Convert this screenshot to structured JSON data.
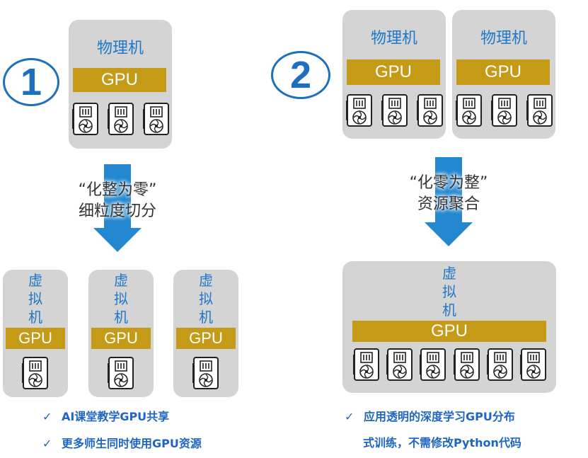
{
  "colors": {
    "box_bg": "#d4d4d4",
    "gpu_bar": "#c49a17",
    "accent_blue": "#1f78c8",
    "arrow_blue": "#2388d0"
  },
  "icons": [
    "gpu-card-icon",
    "fan-icon",
    "check-icon"
  ],
  "scenario1": {
    "number": "1",
    "physical_label": "物理机",
    "gpu_label": "GPU",
    "arrow_line1": "“化整为零”",
    "arrow_line2": "细粒度切分",
    "vm_label_chars": [
      "虚",
      "拟",
      "机"
    ],
    "vm_gpu_label": "GPU",
    "notes": [
      "AI课堂教学GPU共享",
      "更多师生同时使用GPU资源"
    ]
  },
  "scenario2": {
    "number": "2",
    "physical_label": "物理机",
    "gpu_label": "GPU",
    "arrow_line1": "“化零为整”",
    "arrow_line2": "资源聚合",
    "vm_label_chars": [
      "虚",
      "拟",
      "机"
    ],
    "vm_gpu_label": "GPU",
    "note_line1": "应用透明的深度学习GPU分布",
    "note_line2": "式训练，不需修改Python代码"
  },
  "check_mark": "✓"
}
